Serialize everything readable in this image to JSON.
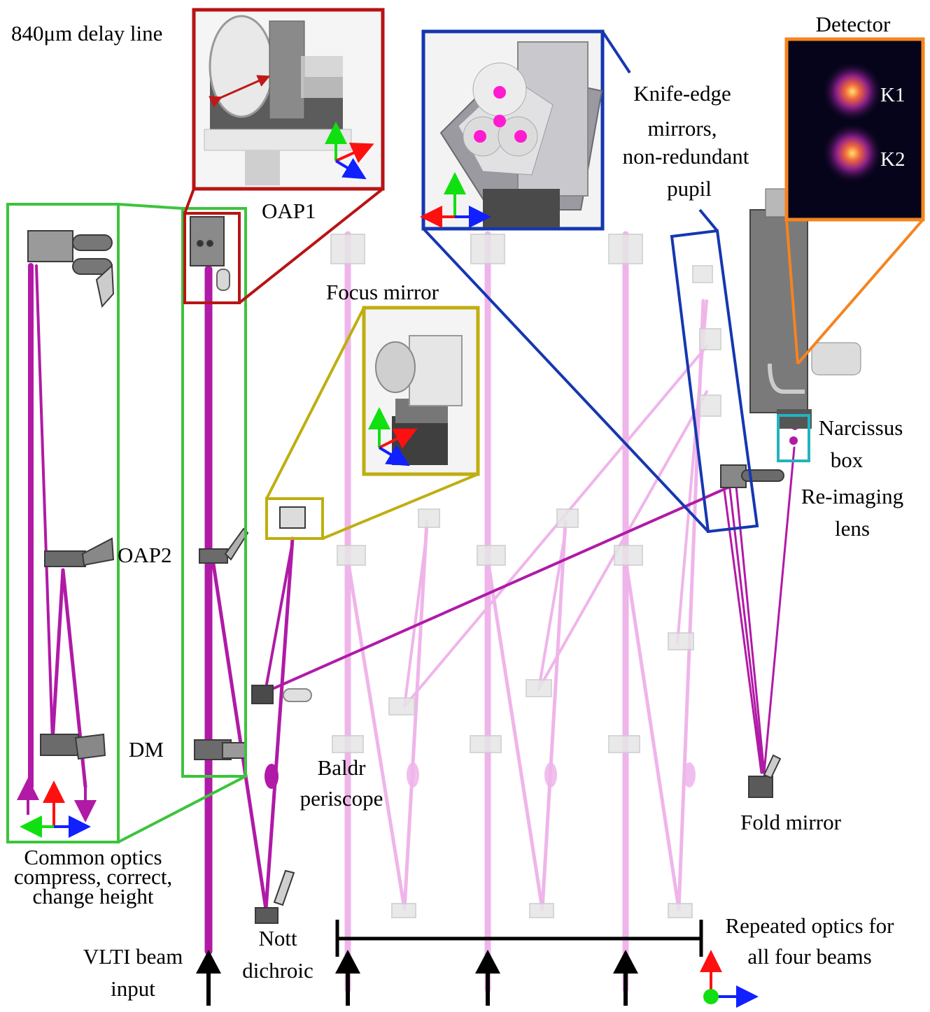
{
  "labels": {
    "delay_line": "840μm delay line",
    "oap1": "OAP1",
    "focus_mirror": "Focus mirror",
    "knife_edge_1": "Knife-edge",
    "knife_edge_2": "mirrors,",
    "knife_edge_3": "non-redundant",
    "knife_edge_4": "pupil",
    "detector": "Detector",
    "k1": "K1",
    "k2": "K2",
    "narcissus_1": "Narcissus",
    "narcissus_2": "box",
    "reimaging_1": "Re-imaging",
    "reimaging_2": "lens",
    "oap2": "OAP2",
    "dm": "DM",
    "baldr_1": "Baldr",
    "baldr_2": "periscope",
    "fold_mirror": "Fold mirror",
    "common_1": "Common optics",
    "common_2": "compress, correct,",
    "common_3": "change height",
    "nott_1": "Nott",
    "nott_2": "dichroic",
    "vlti_1": "VLTI beam",
    "vlti_2": "input",
    "repeated_1": "Repeated optics for",
    "repeated_2": "all four beams"
  },
  "colors": {
    "beam_active": "#b01aa6",
    "beam_faded": "#efb5ea",
    "box_green": "#3cc43c",
    "box_red": "#b81414",
    "box_olive": "#bfae10",
    "box_blue": "#1537b0",
    "box_orange": "#f5841f",
    "box_cyan": "#23b3be",
    "axis_red": "#ff1010",
    "axis_green": "#10e010",
    "axis_blue": "#1020ff"
  },
  "icons": {
    "input_arrows": "arrow-up-icon",
    "mirror_mounts": "mirror-mount-icon",
    "coordinate_axes": "xyz-axes-icon",
    "detector_psf": "psf-spot-icon"
  }
}
